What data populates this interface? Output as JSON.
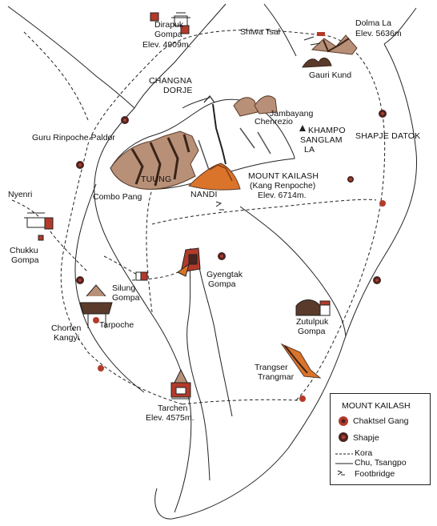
{
  "labels": {
    "dirapuk": "Dirapuk",
    "gompa1": "Gompa",
    "elev_dirapuk": "Elev. 4909m.",
    "shiwa_tsal": "Shiwa Tsal",
    "dolma_la": "Dolma La",
    "elev_dolma": "Elev. 5636m",
    "gauri_kund": "Gauri Kund",
    "changna": "CHANGNA",
    "dorje": "DORJE",
    "jambayang": "Jambayang",
    "chenrezio": "Chenrezio",
    "khampo": "KHAMPO",
    "sanglam": "SANGLAM",
    "la": "LA",
    "shapje_datok": "SHAPJE DATOK",
    "guru_rinpoche": "Guru Rinpoche Paldor",
    "tuung": "TUUNG",
    "combo_pang": "Combo Pang",
    "nandi": "NANDI",
    "mount_kailash": "MOUNT KAILASH",
    "kang_renpoche": "(Kang Renpoche)",
    "elev_kailash": "Elev. 6714m.",
    "nyenri": "Nyenri",
    "chukku": "Chukku",
    "gompa_chukku": "Gompa",
    "silung": "Silung",
    "gompa_silung": "Gompa",
    "gyengtak": "Gyengtak",
    "gompa_gyengtak": "Gompa",
    "chorten": "Chorten",
    "kangyi": "Kangyi",
    "tarpoche": "Tarpoche",
    "zutulpuk": "Zutulpuk",
    "gompa_zutulpuk": "Gompa",
    "trangser": "Trangser",
    "trangmar": "Trangmar",
    "tarchen": "Tarchen",
    "elev_tarchen": "Elev. 4575m."
  },
  "legend": {
    "title": "MOUNT KAILASH",
    "chaktsel": "Chaktsel Gang",
    "shapje": "Shapje",
    "kora": "Kora",
    "chu": "Chu, Tsangpo",
    "footbridge": "Footbridge"
  },
  "colors": {
    "rock": "#b89078",
    "rock_dark": "#5a3a2a",
    "shrine_red": "#b33a2a",
    "shrine_dark": "#4a2420",
    "nandi_orange": "#d9742a"
  }
}
